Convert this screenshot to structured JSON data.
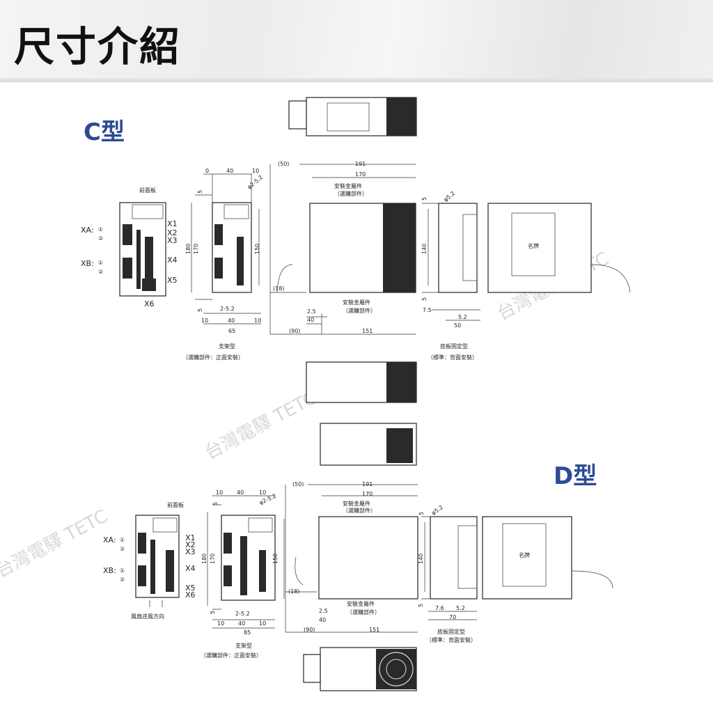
{
  "header": {
    "title": "尺寸介紹"
  },
  "watermark": {
    "text": "台灣電驛 TETC"
  },
  "c_type": {
    "label": "C型",
    "front": {
      "panel": "前面板",
      "xa": "XA:",
      "xb": "XB:",
      "c1": "①",
      "c2": "②",
      "x1": "X1",
      "x2": "X2",
      "x3": "X3",
      "x4": "X4",
      "x5": "X5",
      "x6": "X6"
    },
    "bracket": {
      "d0": "0",
      "d40": "40",
      "d10": "10",
      "hole": "φ2-5.2",
      "d5a": "5",
      "d180": "180",
      "d170": "170",
      "d150": "150",
      "d5b": "5",
      "holes2": "2-5.2",
      "b10a": "10",
      "b40": "40",
      "b10b": "10",
      "b65": "65",
      "caption": "支架型",
      "sub": "（選購部件：正面安裝）"
    },
    "side": {
      "d50": "(50)",
      "d191": "191",
      "d170": "170",
      "metal1": "安裝金屬件",
      "opt1": "（選購部件）",
      "d18": "(18)",
      "metal2": "安裝金屬件",
      "opt2": "（選購部件）",
      "d25": "2.5",
      "d40": "40",
      "d90": "(90)",
      "d151": "151"
    },
    "back": {
      "d5a": "5",
      "hole": "φ5.2",
      "d140": "140",
      "d5b": "5",
      "d75": "7.5",
      "d52": "5.2",
      "d50": "50",
      "caption": "底板固定型",
      "sub": "（標準：背面安裝）"
    },
    "rear": {
      "nameplate": "名牌"
    }
  },
  "d_type": {
    "label": "D型",
    "front": {
      "panel": "前面板",
      "xa": "XA:",
      "xb": "XB:",
      "c1": "①",
      "c2": "②",
      "x1": "X1",
      "x2": "X2",
      "x3": "X3",
      "x4": "X4",
      "x5": "X5",
      "x6": "X6",
      "fan": "風扇送風方向"
    },
    "bracket": {
      "d10a": "10",
      "d40": "40",
      "d10b": "10",
      "hole": "φ2-5.2",
      "d5a": "5",
      "d180": "180",
      "d170": "170",
      "d150": "150",
      "d5b": "5",
      "holes2": "2-5.2",
      "b10a": "10",
      "b40": "40",
      "b10b": "10",
      "b85": "85",
      "caption": "支架型",
      "sub": "（選購部件：正面安裝）"
    },
    "side": {
      "d50": "(50)",
      "d191": "191",
      "d170": "170",
      "metal1": "安裝金屬件",
      "opt1": "（選購部件）",
      "d18": "(18)",
      "metal2": "安裝金屬件",
      "opt2": "（選購部件）",
      "d25": "2.5",
      "d40": "40",
      "d90": "(90)",
      "d151": "151"
    },
    "back": {
      "d5a": "5",
      "hole": "φ5.2",
      "d140": "140",
      "d5b": "5",
      "d76": "7.6",
      "d52": "5.2",
      "d70": "70",
      "caption": "底板固定型",
      "sub": "（標準：背面安裝）"
    },
    "rear": {
      "nameplate": "名牌"
    }
  }
}
